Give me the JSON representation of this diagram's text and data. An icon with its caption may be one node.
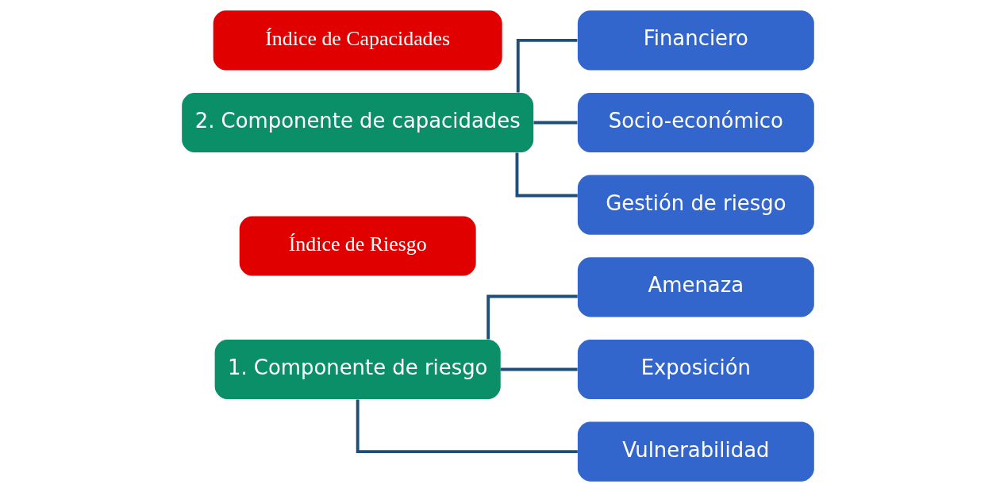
{
  "diagram": {
    "nodes": [
      {
        "text": [
          "1. Componente de riesgo"
        ]
      },
      {
        "text": [
          "Amenaza"
        ]
      },
      {
        "text": [
          "Exposición"
        ]
      },
      {
        "text": [
          "Vulnerabilidad"
        ]
      },
      {
        "text": [
          "Índice de Riesgo"
        ]
      },
      {
        "text": [
          "2. Componente de capacidades"
        ]
      },
      {
        "text": [
          "Financiero"
        ]
      },
      {
        "text": [
          "Socio-económico"
        ]
      },
      {
        "text": [
          "Gestión de riesgo"
        ]
      },
      {
        "text": [
          "Índice de Capacidades"
        ]
      }
    ],
    "edges": [
      {
        "from": 0,
        "to": 1,
        "arrow": "none"
      },
      {
        "from": 0,
        "to": 2,
        "arrow": "none"
      },
      {
        "from": 0,
        "to": 3,
        "arrow": "none"
      },
      {
        "from": 5,
        "to": 6,
        "arrow": "none"
      },
      {
        "from": 5,
        "to": 7,
        "arrow": "none"
      },
      {
        "from": 5,
        "to": 8,
        "arrow": "none"
      }
    ]
  }
}
